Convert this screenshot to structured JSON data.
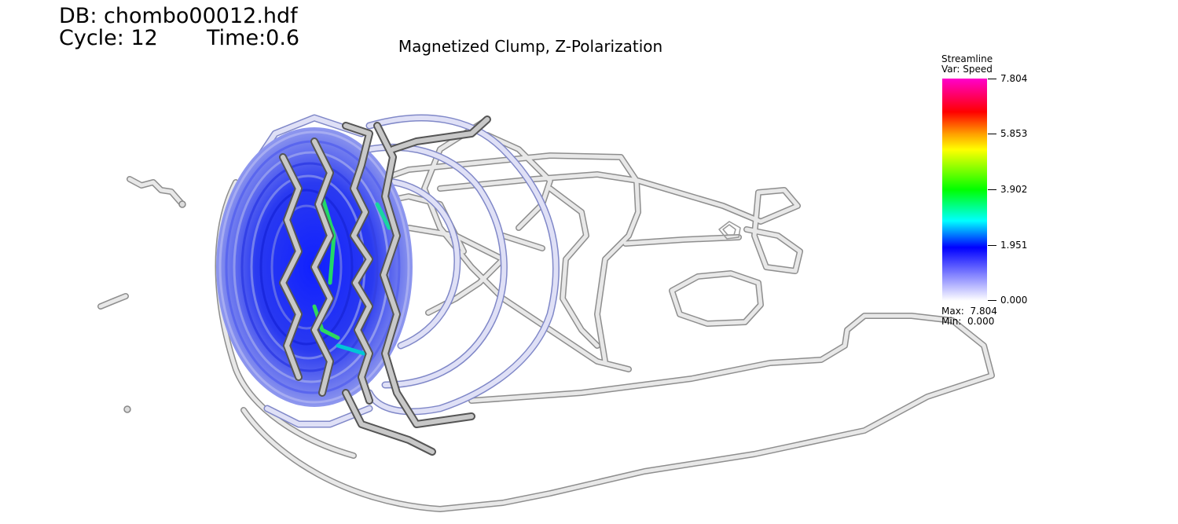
{
  "header": {
    "db": "DB: chombo00012.hdf",
    "cycle": "Cycle: 12",
    "time": "Time:0.6"
  },
  "title": "Magnetized Clump, Z-Polarization",
  "legend": {
    "plot_type": "Streamline",
    "variable": "Var: Speed",
    "ticks": [
      "7.804",
      "5.853",
      "3.902",
      "1.951",
      "0.000"
    ],
    "max_label": "Max:",
    "max_value": "7.804",
    "min_label": "Min:",
    "min_value": "0.000",
    "colormap": [
      "#ff00cc",
      "#ff0000",
      "#ffa000",
      "#ffff00",
      "#00ff00",
      "#00ffff",
      "#0000ff",
      "#8080ff",
      "#ffffff"
    ]
  }
}
